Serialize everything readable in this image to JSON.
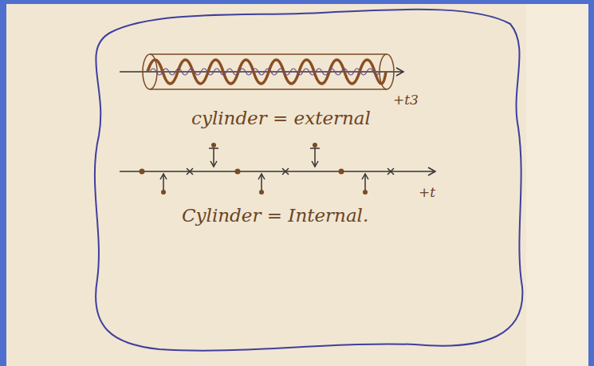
{
  "diagram": {
    "labels": [
      "+t3",
      "cylinder = external",
      "+t",
      "Cylinder = Internal."
    ]
  }
}
